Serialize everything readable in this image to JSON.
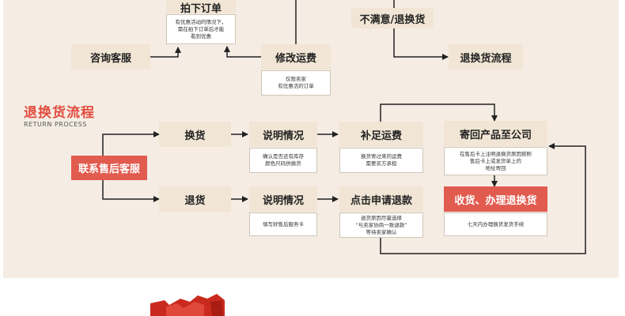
{
  "top": {
    "order_label": "拍下订单",
    "order_note": "有优惠活动的情况下，\n需在拍下订单后才能\n看到优惠",
    "consult_label": "咨询客服",
    "modify_label": "修改运费",
    "modify_note": "仅限卖家\n有优惠活的订单",
    "unsatisfied_label": "不满意/退换货",
    "return_flow_label": "退换货流程"
  },
  "section": {
    "title": "退换货流程",
    "subtitle": "RETURN PROCESS"
  },
  "flow": {
    "contact_label": "联系售后客服",
    "exchange_label": "换货",
    "explain1_label": "说明情况",
    "explain1_note": "确认是否还有库存\n颜色尺码供换货",
    "pay_label": "补足运费",
    "pay_note": "换货寄过来的运费\n需要买方承担",
    "send_label": "寄回产品至公司",
    "send_note": "在售后卡上注明退换货原因按照\n售后卡上或发货单上的\n地址寄回",
    "refund_label": "退货",
    "explain2_label": "说明情况",
    "explain2_note": "填写好售后服务卡",
    "apply_label": "点击申请退款",
    "apply_note": "退货原因尽量选择\n“与卖家协商一致退款”\n等待卖家确认",
    "receive_label": "收货、办理退换货",
    "receive_note": "七天内办理换货发货手续"
  },
  "colors": {
    "panel": "#f5ede4",
    "label_box": "#f1e5d5",
    "accent_red": "#e25b4f",
    "title_red": "#e24b3e",
    "line": "#222222"
  }
}
